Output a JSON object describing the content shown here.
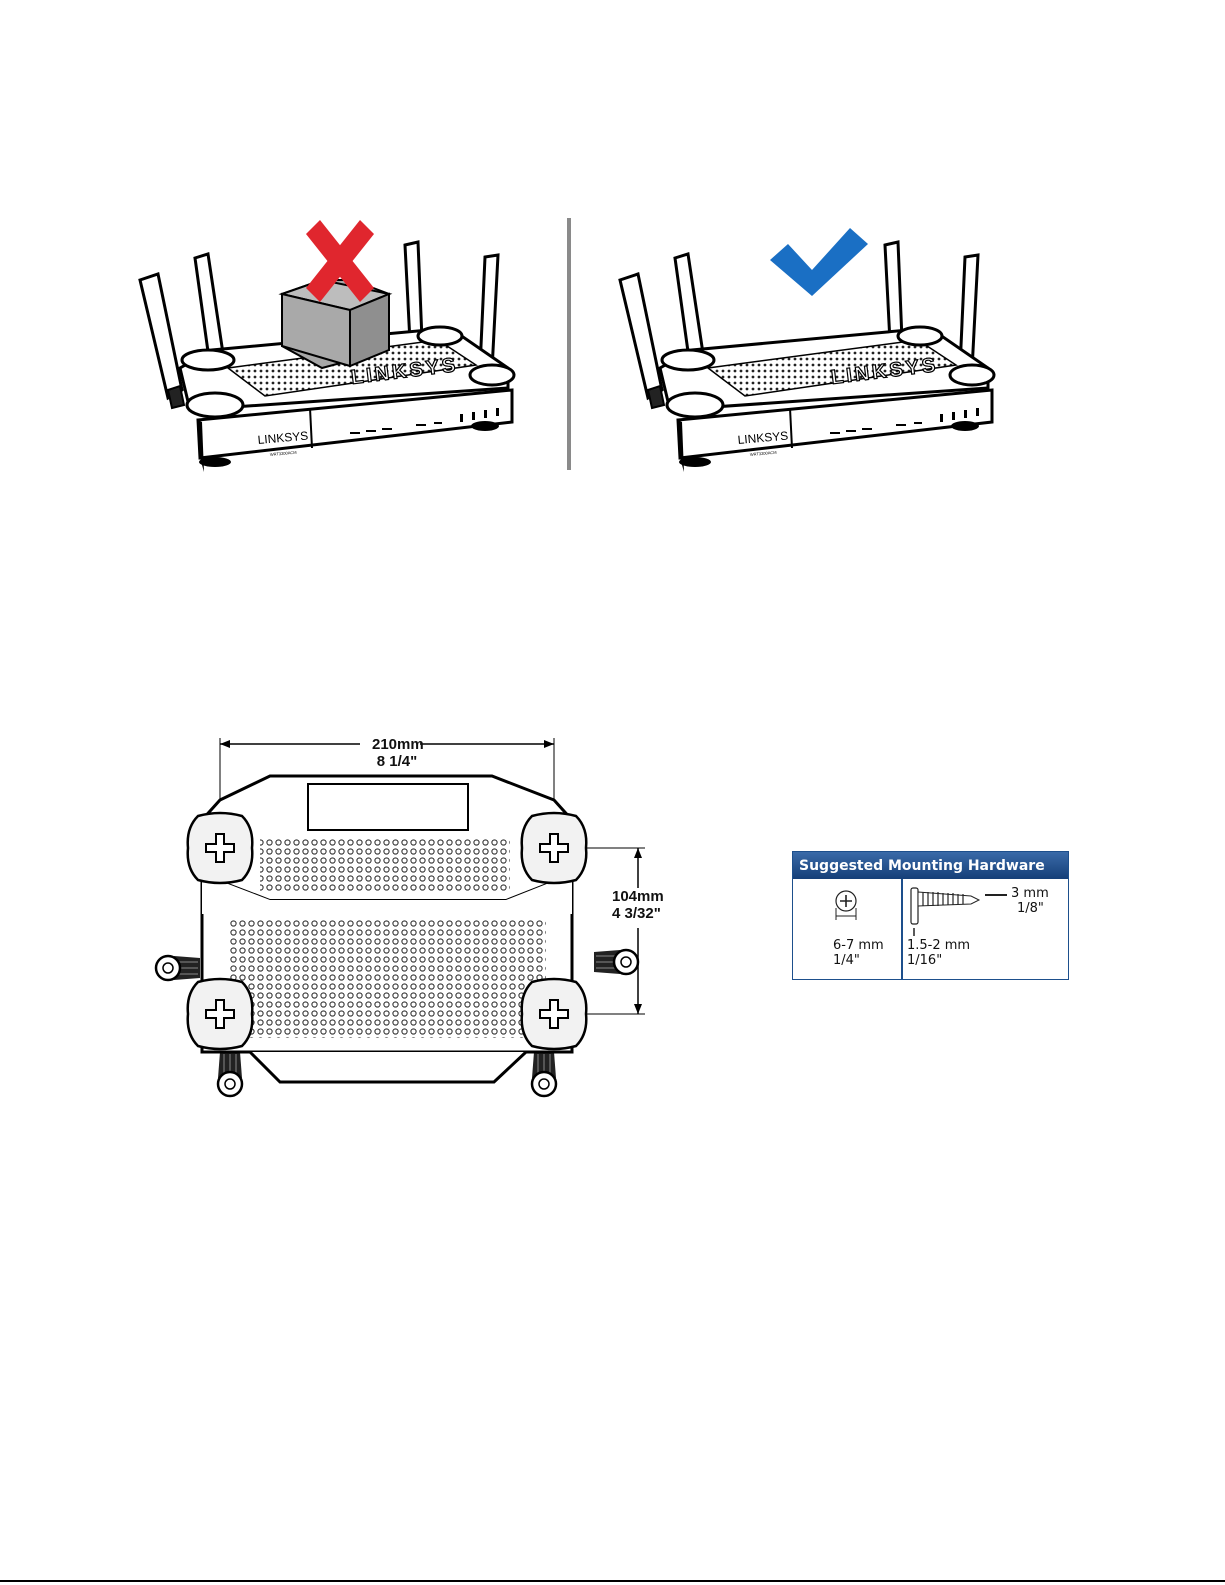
{
  "illustrations": {
    "wrong": {
      "brand_top": "LINKSYS",
      "brand_front": "LINKSYS",
      "model_label": "WRT3200ACM"
    },
    "right": {
      "brand_top": "LINKSYS",
      "brand_front": "LINKSYS",
      "model_label": "WRT3200ACM"
    }
  },
  "dimensions": {
    "width_mm": "210mm",
    "width_in": "8 1/4\"",
    "height_mm": "104mm",
    "height_in": "4 3/32\""
  },
  "hardware": {
    "title": "Suggested Mounting Hardware",
    "head_mm": "6-7 mm",
    "head_in": "1/4\"",
    "shank_mm": "1.5-2 mm",
    "shank_in": "1/16\"",
    "thread_mm": "3 mm",
    "thread_in": "1/8\"",
    "header_color": "#1d4f8c"
  },
  "colors": {
    "wrong_mark": "#e0262e",
    "right_mark": "#1a6fc4",
    "box_fill": "#a7a7a7"
  }
}
